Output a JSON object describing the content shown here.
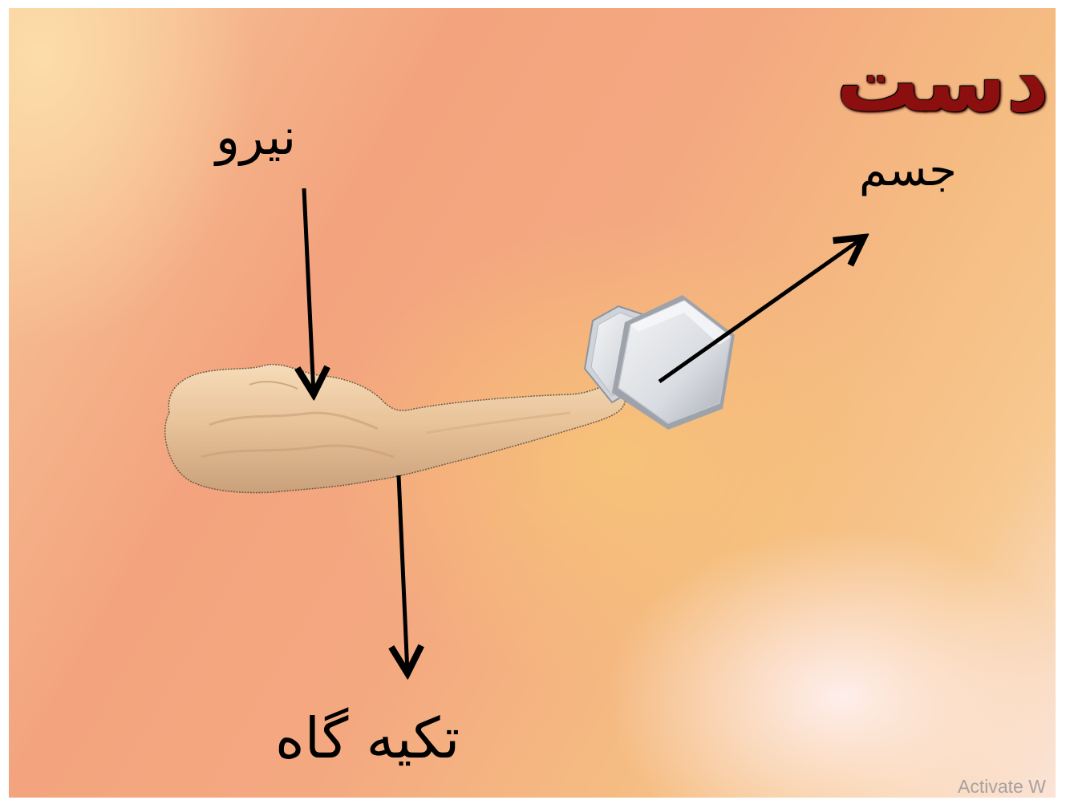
{
  "title": "دست",
  "labels": {
    "force": "نیرو",
    "load": "جسم",
    "fulcrum": "تکیه گاه"
  },
  "watermark": "Activate W",
  "colors": {
    "title": "#8c0f0f",
    "arm": "#ecc9a0",
    "weight": "#e3e6ea",
    "arrow": "#000000"
  }
}
